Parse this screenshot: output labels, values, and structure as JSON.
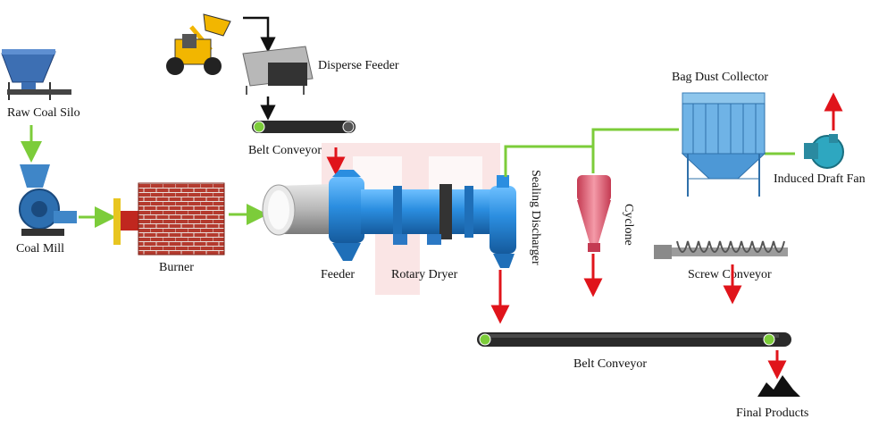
{
  "labels": {
    "raw_coal_silo": "Raw Coal Silo",
    "coal_mill": "Coal Mill",
    "burner": "Burner",
    "disperse_feeder": "Disperse Feeder",
    "belt_conveyor_top": "Belt Conveyor",
    "feeder": "Feeder",
    "rotary_dryer": "Rotary Dryer",
    "sealing_discharger": "Sealing Discharger",
    "cyclone": "Cyclone",
    "bag_dust_collector": "Bag Dust Collector",
    "induced_draft_fan": "Induced Draft Fan",
    "screw_conveyor": "Screw  Conveyor",
    "belt_conveyor_bottom": "Belt Conveyor",
    "final_products": "Final Products"
  },
  "watermark": "PGI",
  "colors": {
    "material_flow": "#7ccc3a",
    "product_flow": "#e0141b",
    "feed_flow": "#111111",
    "equipment_blue": "#2b8ee0",
    "cyclone_pink": "#e8667a",
    "brick": "#b43a2e",
    "watermark": "#f4c8c8"
  },
  "icons": {
    "loader": "wheel-loader-icon",
    "silo": "coal-silo-icon",
    "mill": "coal-mill-icon",
    "fan": "draft-fan-icon",
    "products": "product-pile-icon"
  }
}
